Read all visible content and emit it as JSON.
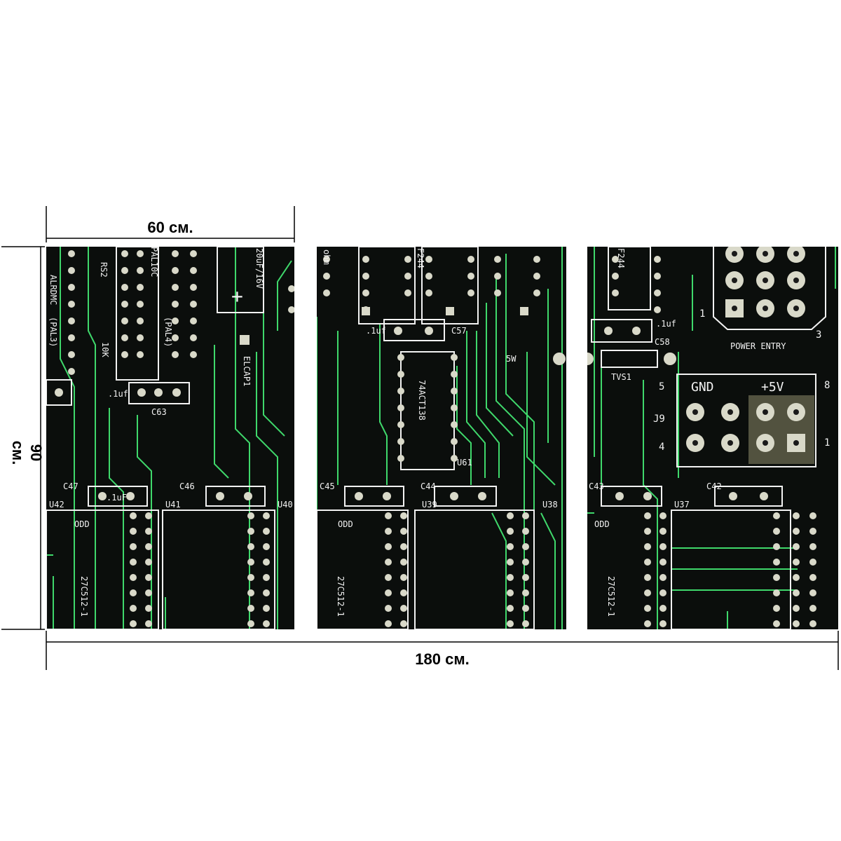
{
  "dimensions": {
    "panel_width": "60 см.",
    "height": "90 см.",
    "total_width": "180 см."
  },
  "colors": {
    "board": "#0b0e0c",
    "trace": "#3fd86b",
    "silk": "#f2f2f2",
    "pad": "#d9d9c9",
    "hole": "#1a1a1a"
  },
  "panels": [
    {
      "labels": [
        "ALRDMC",
        "RS2",
        "PAL10C",
        "(PAL3)",
        "(PAL4)",
        "10K",
        ".1uf",
        "C63",
        "ELCAP1",
        "20uF/16V",
        "+",
        "C47",
        ".1uF",
        "U42",
        "C46",
        "U41",
        "U40",
        "ODD",
        "27C512-1"
      ]
    },
    {
      "labels": [
        "ohm",
        "F244",
        ".1uf",
        "C57",
        "74ACT138",
        "U61",
        "C45",
        "C44",
        "U39",
        "U38",
        "5W",
        "ODD",
        "27C512-1"
      ]
    },
    {
      "labels": [
        "F244",
        "3",
        "1",
        "POWER ENTRY",
        ".1uf",
        "C58",
        "TVS1",
        "5",
        "8",
        "GND",
        "+5V",
        "J9",
        "4",
        "1",
        "C43",
        "C42",
        "U37",
        "ODD",
        "27C512-1"
      ]
    }
  ]
}
